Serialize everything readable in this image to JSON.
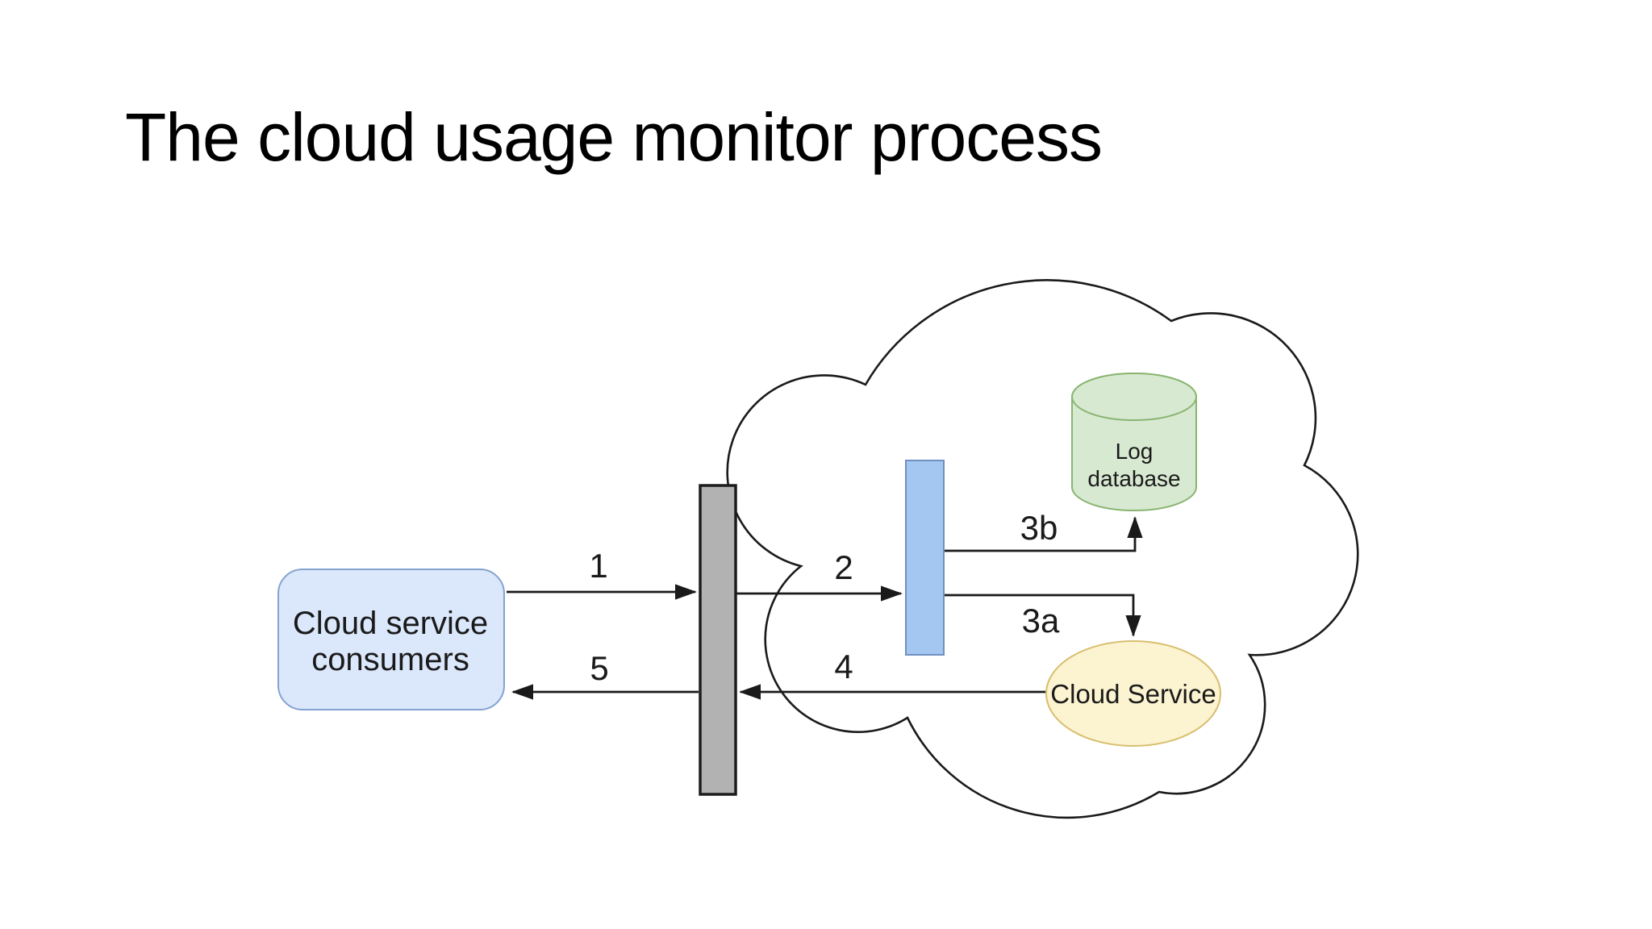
{
  "slide": {
    "title": "The cloud usage monitor process",
    "background": "#ffffff"
  },
  "diagram": {
    "ink": "#1a1a1a",
    "cloud_boundary": {
      "fill": "#ffffff",
      "stroke": "#1a1a1a"
    },
    "consumers_box": {
      "line1": "Cloud service",
      "line2": "consumers",
      "fill": "#dbe7fb",
      "stroke": "#85a3cf"
    },
    "boundary_bar": {
      "fill": "#b2b2b2",
      "stroke": "#1c1c1c"
    },
    "usage_monitor_bar": {
      "fill": "#a4c7f2",
      "stroke": "#7090c0"
    },
    "log_database": {
      "line1": "Log",
      "line2": "database",
      "fill": "#d8e9d2",
      "stroke": "#8ab571"
    },
    "cloud_service": {
      "label": "Cloud Service",
      "fill": "#fcf3d0",
      "stroke": "#d8bf6f"
    },
    "steps": {
      "s1": "1",
      "s2": "2",
      "s3a": "3a",
      "s3b": "3b",
      "s4": "4",
      "s5": "5"
    }
  }
}
